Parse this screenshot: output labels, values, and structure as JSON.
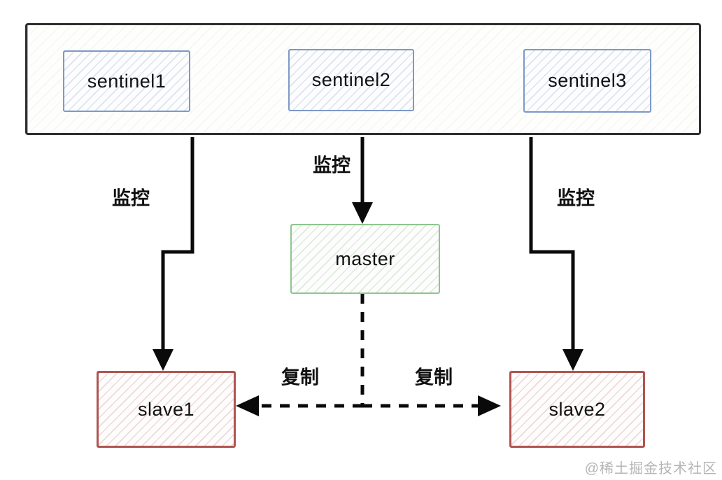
{
  "cluster": {
    "sentinels": [
      {
        "label": "sentinel1"
      },
      {
        "label": "sentinel2"
      },
      {
        "label": "sentinel3"
      }
    ]
  },
  "nodes": {
    "master": {
      "label": "master"
    },
    "slave1": {
      "label": "slave1"
    },
    "slave2": {
      "label": "slave2"
    }
  },
  "edge_labels": {
    "monitor_left": "监控",
    "monitor_middle": "监控",
    "monitor_right": "监控",
    "replicate_left": "复制",
    "replicate_right": "复制"
  },
  "watermark": "@稀土掘金技术社区",
  "colors": {
    "sentinel_border": "#7d99c7",
    "sentinel_hatch": "#dbe3f0",
    "master_border": "#8ec68e",
    "master_hatch": "#dfeadb",
    "slave_border": "#b05450",
    "slave_hatch": "#f0d8d6",
    "container_border": "#2f2f2f",
    "arrow": "#0a0a0a",
    "label_text": "#111111",
    "watermark_text": "#b5b5b5"
  }
}
